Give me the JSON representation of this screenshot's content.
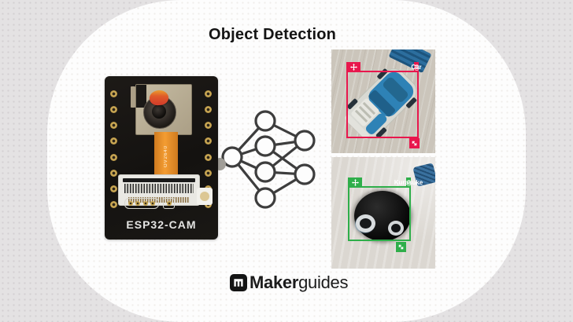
{
  "title": "Object Detection",
  "board": {
    "name": "ESP32-CAM",
    "camera_label": "OV2640"
  },
  "network": {
    "type": "neural-network-icon",
    "layers": [
      1,
      4,
      2
    ],
    "stroke_color": "#3d3d3d"
  },
  "detections": [
    {
      "label": "Car",
      "box_color": "#e8174d",
      "tools": [
        "move",
        "delete",
        "resize"
      ],
      "subject": "blue toy car on wooden desk"
    },
    {
      "label": "Kurasuke",
      "box_color": "#2fae4a",
      "tools": [
        "move",
        "delete",
        "resize"
      ],
      "subject": "black plush toy with big eyes"
    }
  ],
  "footer_logo": {
    "bold": "Maker",
    "regular": "guides"
  },
  "colors": {
    "background": "#e4e2e3",
    "panel": "#fdfdfd",
    "detection_red": "#e8174d",
    "detection_green": "#2fae4a"
  }
}
